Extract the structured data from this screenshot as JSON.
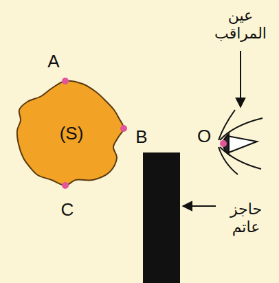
{
  "diagram": {
    "nodes": [
      {
        "text": [
          "(S)"
        ]
      }
    ],
    "labels": [
      "A",
      "B",
      "C",
      "O",
      "عين المراقب",
      "حاجز عاتم"
    ]
  }
}
